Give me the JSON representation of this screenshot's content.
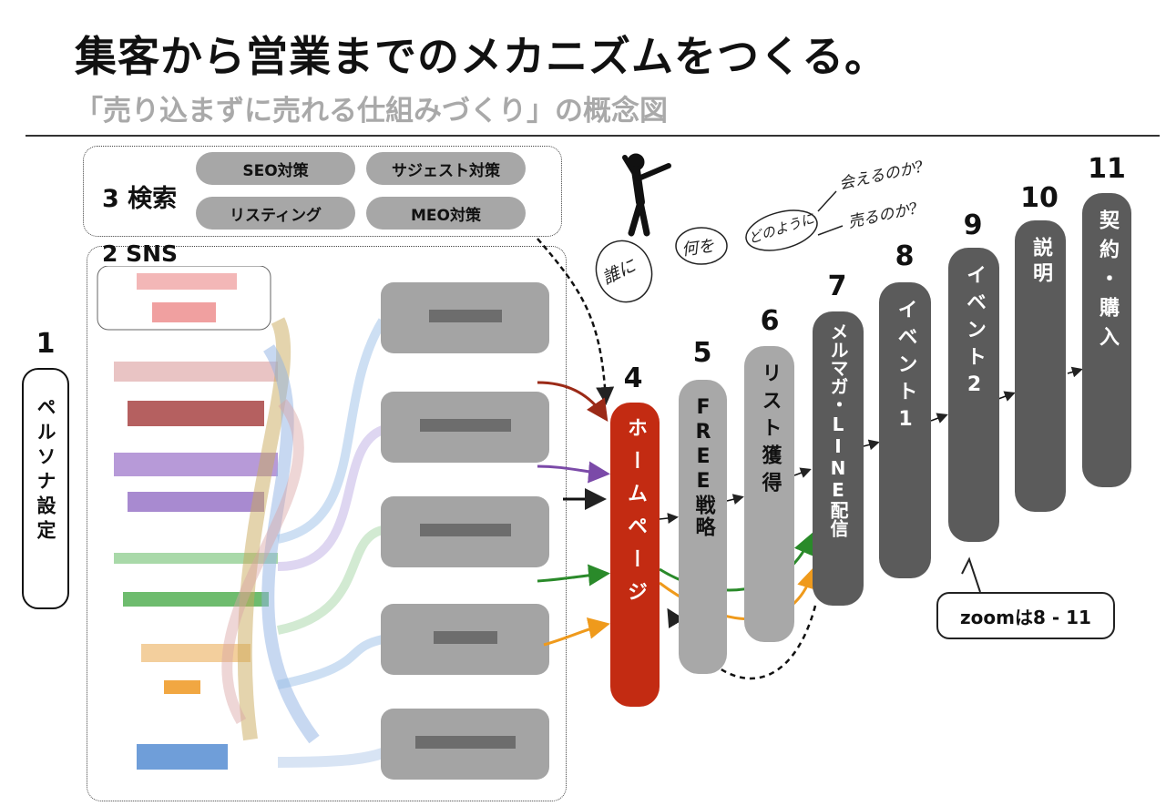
{
  "title": "集客から営業までのメカニズムをつくる。",
  "subtitle": "「売り込まずに売れる仕組みづくり」の概念図",
  "persona": {
    "num": "1",
    "label": "ペルソナ設定"
  },
  "sns": {
    "label": "2 SNS"
  },
  "search": {
    "label": "3 検索",
    "items": [
      "SEO対策",
      "サジェスト対策",
      "リスティング",
      "MEO対策"
    ]
  },
  "steps": [
    {
      "num": "4",
      "label": "ホームページ"
    },
    {
      "num": "5",
      "label": "FREE戦略"
    },
    {
      "num": "6",
      "label": "リスト獲得"
    },
    {
      "num": "7",
      "label": "メルマガ・LINE配信"
    },
    {
      "num": "8",
      "label": "イベント1"
    },
    {
      "num": "9",
      "label": "イベント2"
    },
    {
      "num": "10",
      "label": "説明"
    },
    {
      "num": "11",
      "label": "契約・購入"
    }
  ],
  "notes": {
    "who": "誰に",
    "what": "何を",
    "how": "どのように",
    "meet": "会えるのか?",
    "sell": "売るのか?"
  },
  "callout": "zoomは8 - 11"
}
